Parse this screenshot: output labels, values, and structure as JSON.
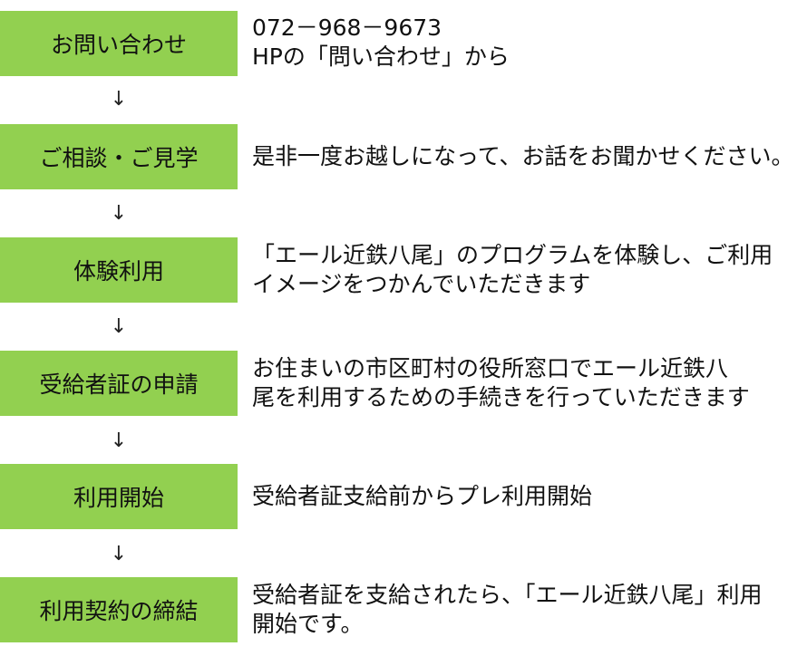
{
  "steps": [
    {
      "label": "お問い合わせ",
      "description": "072－968－9673\nHPの「問い合わせ」から"
    },
    {
      "label": "ご相談・ご見学",
      "description": "是非一度お越しになって、お話をお聞かせください。"
    },
    {
      "label": "体験利用",
      "description": "「エール近鉄八尾」のプログラムを体験し、ご利用\nイメージをつかんでいただきます"
    },
    {
      "label": "受給者証の申請",
      "description": "お住まいの市区町村の役所窓口でエール近鉄八\n尾を利用するための手続きを行っていただきます"
    },
    {
      "label": "利用開始",
      "description": "受給者証支給前からプレ利用開始"
    },
    {
      "label": "利用契約の締結",
      "description": "受給者証を支給されたら、「エール近鉄八尾」利用\n開始です。"
    }
  ],
  "arrow_glyph": "↓",
  "colors": {
    "step_fill": "#92d050",
    "text": "#111111"
  }
}
